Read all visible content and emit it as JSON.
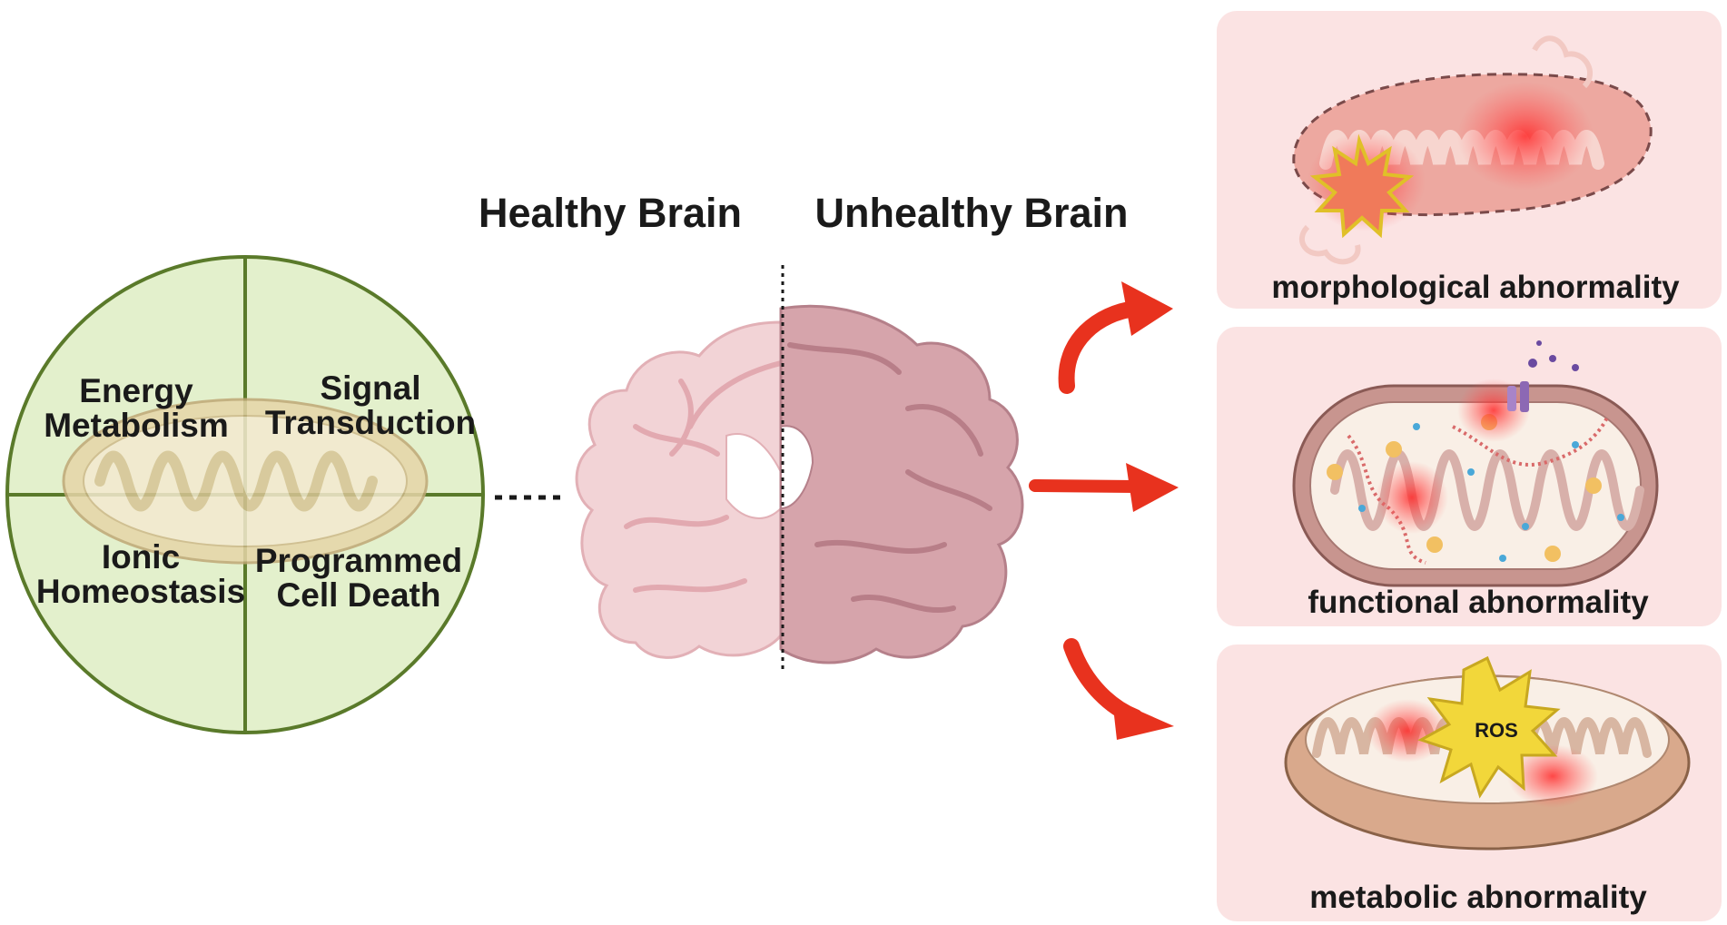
{
  "left_circle": {
    "quadrants": {
      "top_left": [
        "Energy",
        "Metabolism"
      ],
      "top_right": [
        "Signal",
        "Transduction"
      ],
      "bottom_left": [
        "Ionic",
        "Homeostasis"
      ],
      "bottom_right": [
        "Programmed",
        "Cell Death"
      ]
    }
  },
  "center": {
    "healthy_title": "Healthy Brain",
    "unhealthy_title": "Unhealthy Brain"
  },
  "panels": {
    "morphological": "morphological  abnormality",
    "functional": "functional abnormality",
    "metabolic": "metabolic abnormality",
    "ros_label": "ROS"
  },
  "colors": {
    "circle_fill": "#e3f0cc",
    "circle_stroke": "#5a7a2a",
    "panel_bg": "#fbe3e3",
    "arrow": "#e8321e",
    "healthy_brain": "#f0cdd0",
    "unhealthy_brain": "#d4a1a8",
    "mito_tan": "#e8d8b0",
    "mito_pink": "#e9b6ac"
  }
}
